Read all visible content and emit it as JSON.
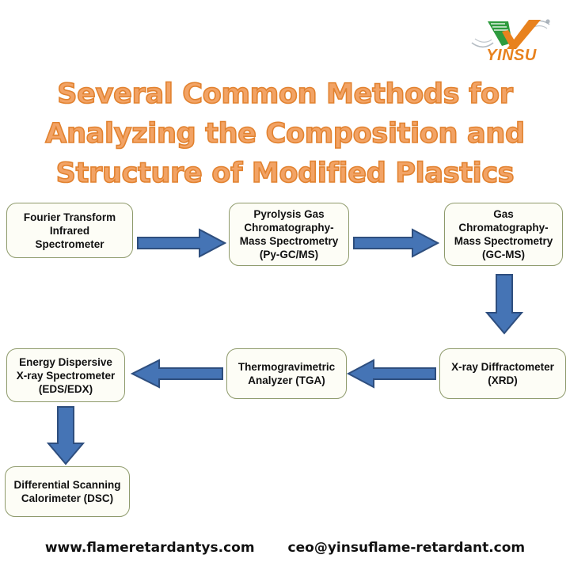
{
  "brand": {
    "name": "YINSU",
    "logo_icon": "yinsu-v-checkmark-logo",
    "green": "#2E9B3E",
    "orange": "#E8821E"
  },
  "title": {
    "line1": "Several Common Methods for",
    "line2": "Analyzing the Composition and",
    "line3": "Structure of Modified Plastics",
    "color": "#F2A365",
    "outline_color": "#E2822F"
  },
  "flow": {
    "box_border_color": "#8E9A6B",
    "box_fill_color": "#FDFDF6",
    "arrow_color": "#4574B5",
    "arrow_outline_color": "#2E4E7E",
    "nodes": [
      {
        "id": "ftir",
        "label": "Fourier Transform\nInfrared\nSpectrometer"
      },
      {
        "id": "pygcms",
        "label": "Pyrolysis Gas\nChromatography-\nMass Spectrometry\n(Py-GC/MS)"
      },
      {
        "id": "gcms",
        "label": "Gas\nChromatography-\nMass Spectrometry\n(GC-MS)"
      },
      {
        "id": "xrd",
        "label": "X-ray Diffractometer\n(XRD)"
      },
      {
        "id": "tga",
        "label": "Thermogravimetric\nAnalyzer (TGA)"
      },
      {
        "id": "edsedx",
        "label": "Energy Dispersive\nX-ray Spectrometer\n(EDS/EDX)"
      },
      {
        "id": "dsc",
        "label": "Differential Scanning\nCalorimeter (DSC)"
      }
    ],
    "arrows": [
      {
        "id": "ftir-to-pygcms",
        "direction": "right"
      },
      {
        "id": "pygcms-to-gcms",
        "direction": "right"
      },
      {
        "id": "gcms-to-xrd",
        "direction": "down"
      },
      {
        "id": "xrd-to-tga",
        "direction": "left"
      },
      {
        "id": "tga-to-edsedx",
        "direction": "left"
      },
      {
        "id": "edsedx-to-dsc",
        "direction": "down"
      }
    ]
  },
  "footer": {
    "website": "www.flameretardantys.com",
    "email": "ceo@yinsuflame-retardant.com"
  }
}
